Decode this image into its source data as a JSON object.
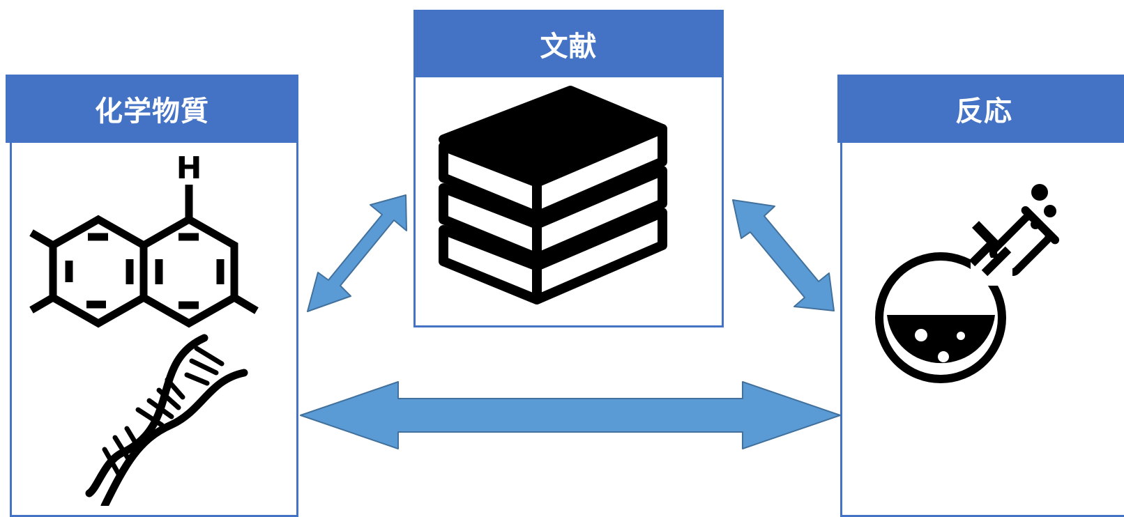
{
  "panels": {
    "chemicals": {
      "label": "化学物質",
      "icons": [
        "molecule-icon",
        "dna-icon"
      ]
    },
    "literature": {
      "label": "文献",
      "icons": [
        "books-icon"
      ]
    },
    "reactions": {
      "label": "反応",
      "icons": [
        "flask-icon"
      ]
    }
  },
  "molecule": {
    "atom_label": "H"
  },
  "colors": {
    "header": "#4472c4",
    "arrow_fill": "#5b9bd5",
    "arrow_stroke": "#41719c",
    "icon": "#000000"
  },
  "connections": [
    {
      "from": "化学物質",
      "to": "文献",
      "direction": "bidirectional"
    },
    {
      "from": "文献",
      "to": "反応",
      "direction": "bidirectional"
    },
    {
      "from": "化学物質",
      "to": "反応",
      "direction": "bidirectional"
    }
  ]
}
